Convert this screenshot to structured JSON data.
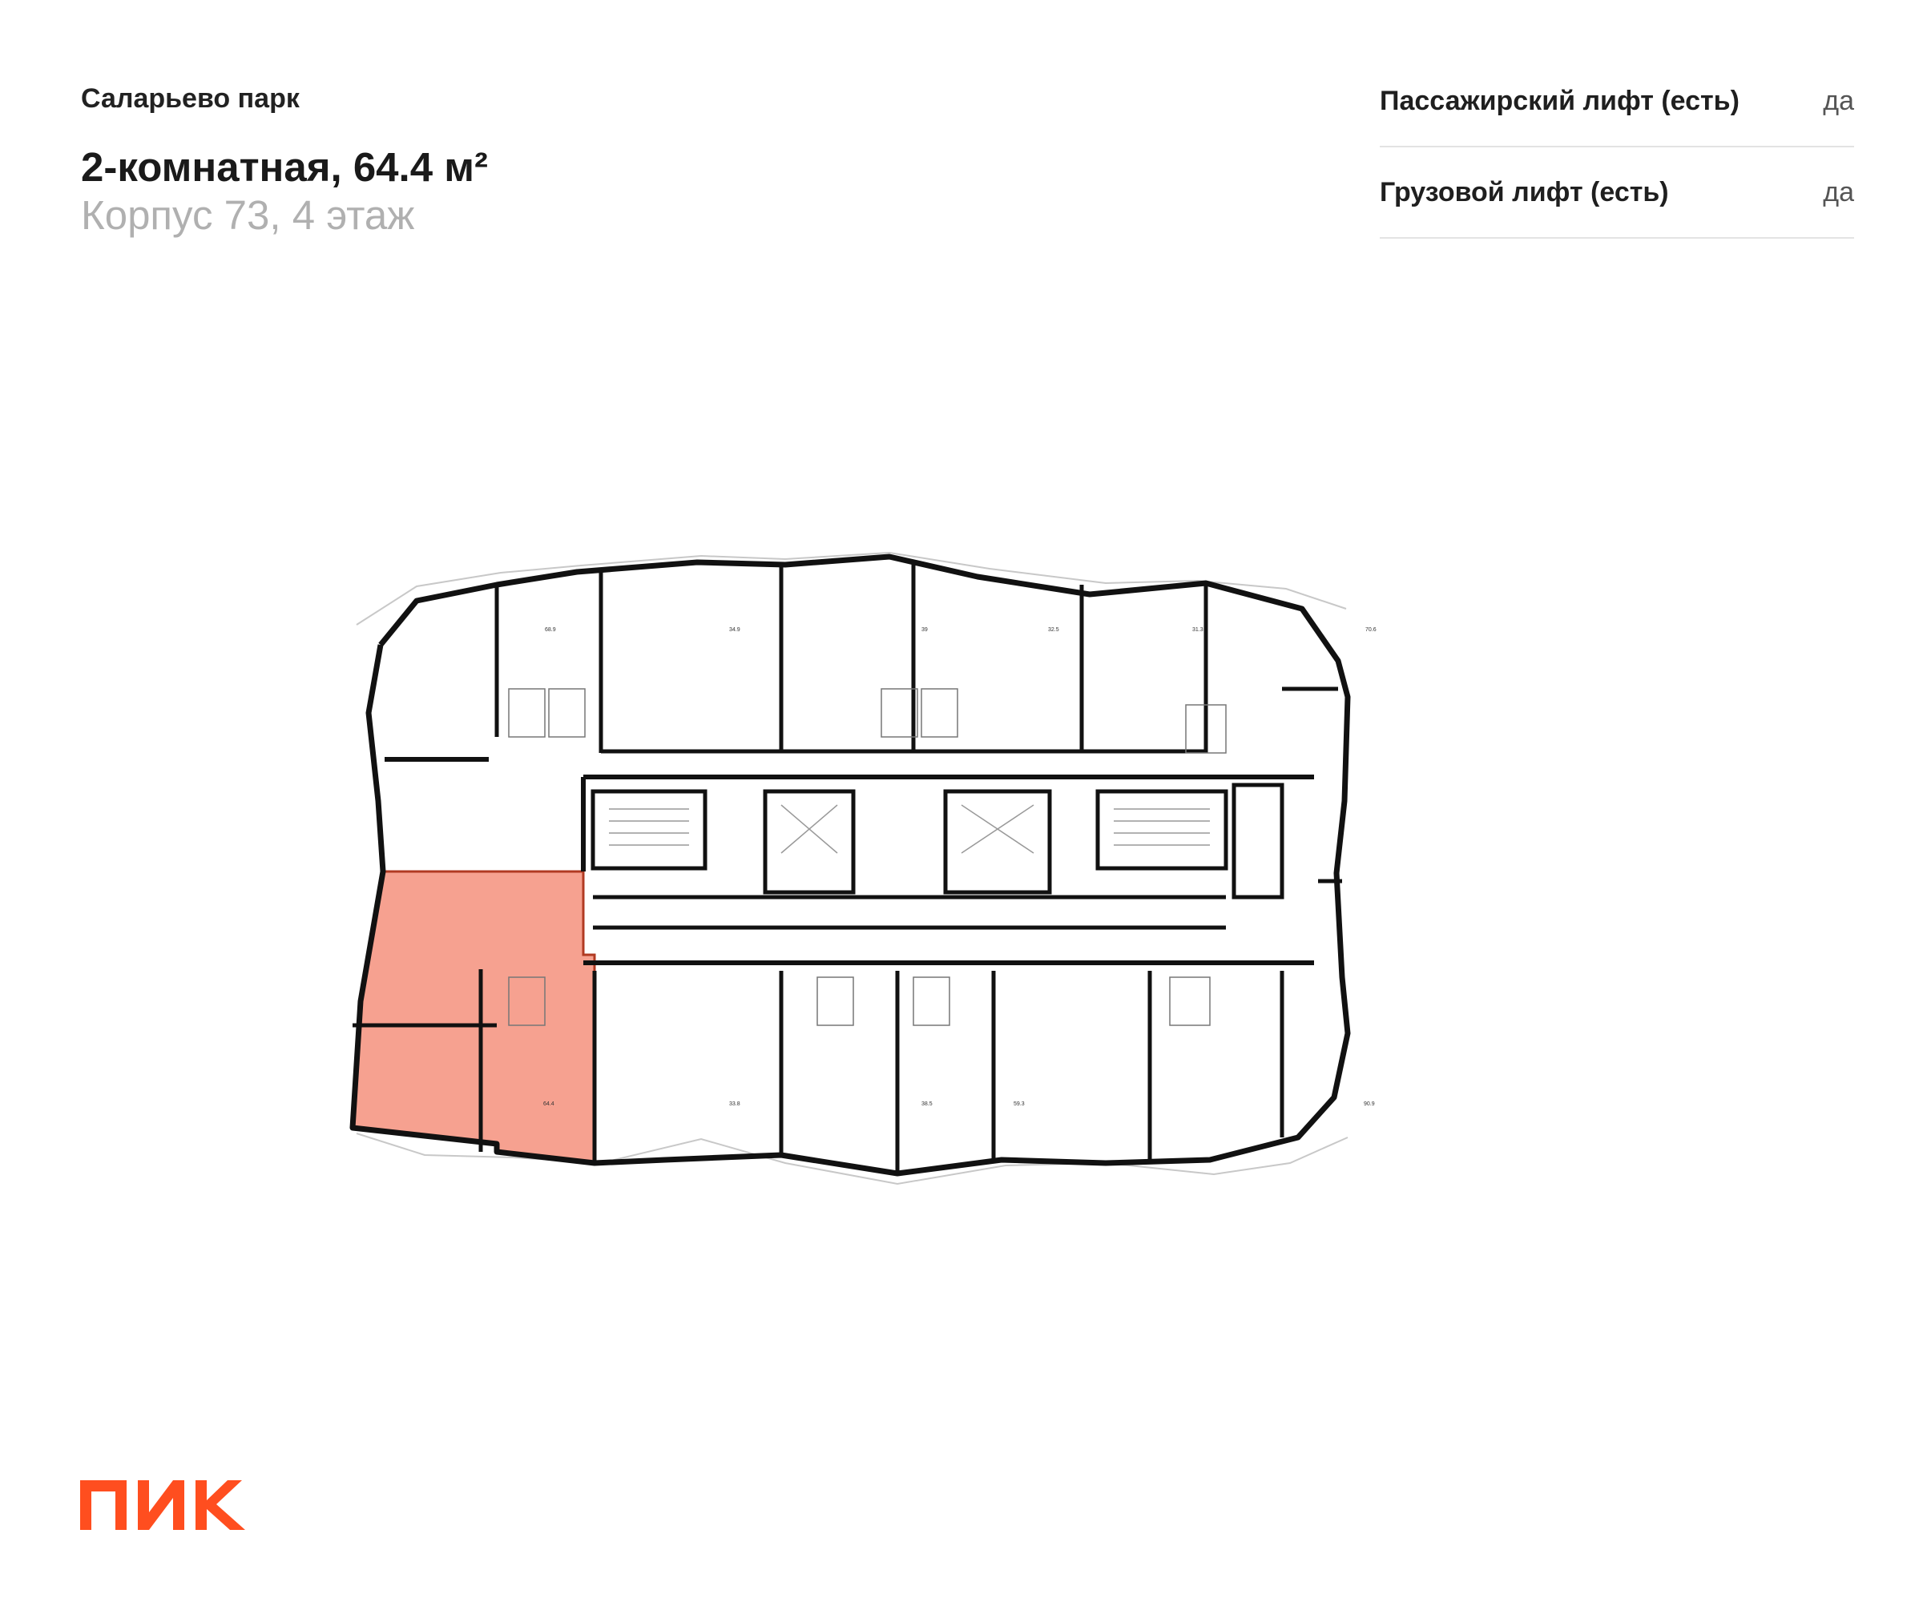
{
  "header": {
    "project_name": "Саларьево парк",
    "apartment_title": "2-комнатная, 64.4 м²",
    "building_floor": "Корпус 73, 4 этаж"
  },
  "features": [
    {
      "name": "Пассажирский лифт (есть)",
      "value": "да"
    },
    {
      "name": "Грузовой лифт (есть)",
      "value": "да"
    }
  ],
  "plan": {
    "highlight_color": "#f4917c",
    "units": [
      {
        "area": "68.9"
      },
      {
        "area": "34.9"
      },
      {
        "area": "39"
      },
      {
        "area": "32.5"
      },
      {
        "area": "31.3"
      },
      {
        "area": "70.6"
      },
      {
        "area": "64.4",
        "selected": true
      },
      {
        "area": "33.8"
      },
      {
        "area": "38.5"
      },
      {
        "area": "59.3"
      },
      {
        "area": "90.9"
      }
    ]
  },
  "brand": {
    "logo_text": "ПИК",
    "logo_color": "#ff4e1f"
  }
}
